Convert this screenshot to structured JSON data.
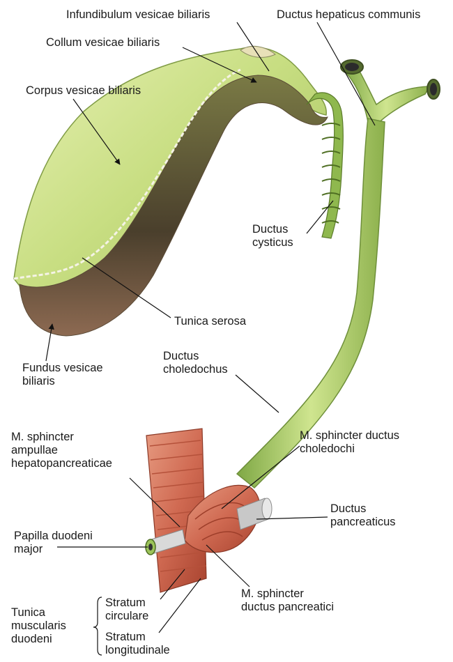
{
  "labels": {
    "infundibulum": "Infundibulum vesicae biliaris",
    "hepaticus": "Ductus hepaticus communis",
    "collum": "Collum vesicae biliaris",
    "corpus": "Corpus vesicae biliaris",
    "cysticus": [
      "Ductus",
      "cysticus"
    ],
    "serosa": "Tunica serosa",
    "fundus": [
      "Fundus vesicae",
      "biliaris"
    ],
    "choledochus": [
      "Ductus",
      "choledochus"
    ],
    "sphincter_ampullae": [
      "M. sphincter",
      "ampullae",
      "hepatopancreaticae"
    ],
    "sphincter_choledochi": [
      "M. sphincter ductus",
      "choledochi"
    ],
    "pancreaticus": [
      "Ductus",
      "pancreaticus"
    ],
    "papilla": [
      "Papilla duodeni",
      "major"
    ],
    "sphincter_pancreatici": [
      "M. sphincter",
      "ductus pancreatici"
    ],
    "stratum_circulare": [
      "Stratum",
      "circulare"
    ],
    "stratum_longitudinale": [
      "Stratum",
      "longitudinale"
    ],
    "tunica_muscularis": [
      "Tunica",
      "muscularis",
      "duodeni"
    ]
  },
  "colors": {
    "gallbladder_light": "#d9e89a",
    "gallbladder_mid": "#a9c95a",
    "gallbladder_dark": "#4e5a2a",
    "duct": "#9cc45a",
    "duct_light": "#c9e28a",
    "muscle": "#d8705a",
    "muscle_dark": "#a8432f",
    "leader_line": "#111111"
  }
}
